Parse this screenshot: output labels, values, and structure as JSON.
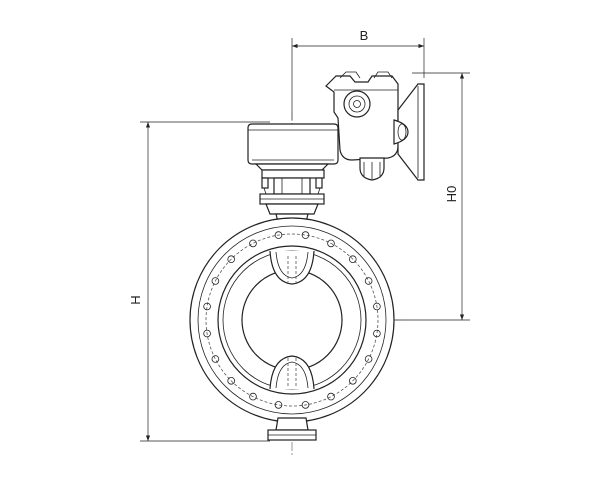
{
  "dimensions": {
    "B": "B",
    "H": "H",
    "H0": "H0"
  }
}
